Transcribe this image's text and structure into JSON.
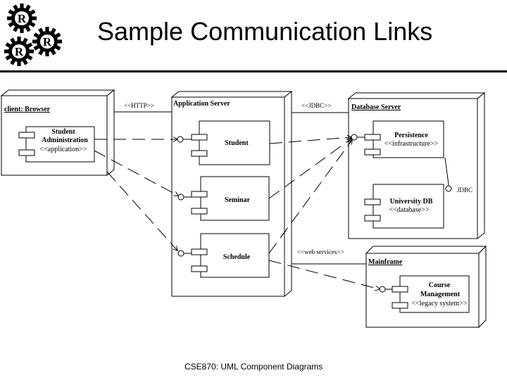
{
  "header": {
    "title": "Sample Communication Links",
    "logo": {
      "letters": [
        "R",
        "R",
        "R"
      ],
      "color": "#000000"
    }
  },
  "nodes": {
    "browser": {
      "name": "client: Browser",
      "component": {
        "line1": "Student",
        "line2": "Administration",
        "stereotype": "<<application>>"
      }
    },
    "app_server": {
      "name": "Application Server",
      "components": [
        "Student",
        "Seminar",
        "Schedule"
      ]
    },
    "db_server": {
      "name": "Database Server",
      "persistence": {
        "name": "Persistence",
        "stereotype": "<<infrastructure>>"
      },
      "university_db": {
        "name": "University DB",
        "stereotype": "<<database>>"
      }
    },
    "mainframe": {
      "name": "Mainframe",
      "component": {
        "line1": "Course",
        "line2": "Management",
        "stereotype": "<<legacy system>>"
      }
    }
  },
  "links": {
    "http": "<<HTTP>>",
    "jdbc": "<<JDBC>>",
    "web_services": "<<web services>>",
    "jdbc_interface": "JDBC"
  },
  "footer": {
    "text": "CSE870: UML Component Diagrams"
  }
}
